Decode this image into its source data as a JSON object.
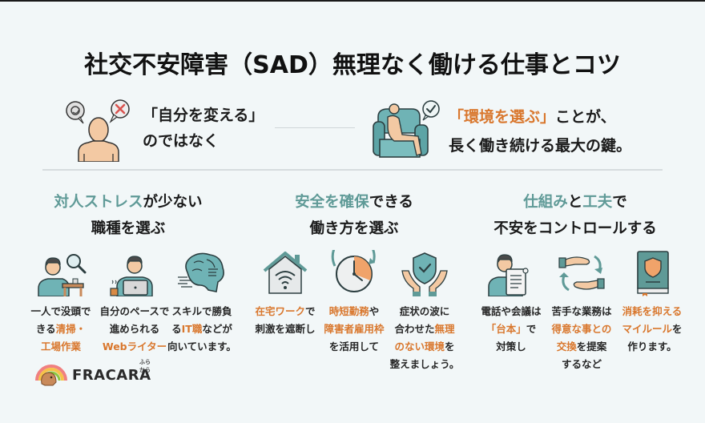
{
  "title": "社交不安障害（SAD）無理なく働ける仕事とコツ",
  "hero": {
    "left": {
      "line1": "「自分を変える」",
      "line2": "のではなく",
      "icon": "person-with-thought-bubbles-icon"
    },
    "right": {
      "line1_highlight": "「環境を選ぶ」",
      "line1_rest": "ことが、",
      "line2": "長く働き続ける最大の鍵。",
      "icon": "person-in-armchair-check-icon"
    }
  },
  "columns": [
    {
      "heading": {
        "line1_highlight": "対人ストレス",
        "line1_rest": "が少ない",
        "line2": "職種を選ぶ"
      },
      "items": [
        {
          "icon": "person-search-desk-icon",
          "lines": [
            {
              "pre": "一人で没頭で",
              "hl": "",
              "post": ""
            },
            {
              "pre": "きる",
              "hl": "清掃・",
              "post": ""
            },
            {
              "pre": "",
              "hl": "工場作業",
              "post": ""
            }
          ]
        },
        {
          "icon": "person-laptop-icon",
          "lines": [
            {
              "pre": "自分のペースで",
              "hl": "",
              "post": ""
            },
            {
              "pre": "進められる",
              "hl": "",
              "post": ""
            },
            {
              "pre": "",
              "hl": "Webライター",
              "post": ""
            }
          ]
        },
        {
          "icon": "brain-icon",
          "lines": [
            {
              "pre": "スキルで勝負",
              "hl": "",
              "post": ""
            },
            {
              "pre": "る",
              "hl": "IT職",
              "post": "などが"
            },
            {
              "pre": "向いています。",
              "hl": "",
              "post": ""
            }
          ]
        }
      ]
    },
    {
      "heading": {
        "line1_highlight": "安全を確保",
        "line1_rest": "できる",
        "line2": "働き方を選ぶ"
      },
      "items": [
        {
          "icon": "home-wifi-icon",
          "lines": [
            {
              "pre": "",
              "hl": "在宅ワーク",
              "post": "で"
            },
            {
              "pre": "刺激を遮断し",
              "hl": "",
              "post": ""
            }
          ]
        },
        {
          "icon": "clock-short-time-icon",
          "lines": [
            {
              "pre": "",
              "hl": "時短勤務",
              "post": "や"
            },
            {
              "pre": "",
              "hl": "障害者雇用枠",
              "post": ""
            },
            {
              "pre": "を活用して",
              "hl": "",
              "post": ""
            }
          ]
        },
        {
          "icon": "hands-shield-check-icon",
          "lines": [
            {
              "pre": "症状の波に",
              "hl": "",
              "post": ""
            },
            {
              "pre": "合わせた",
              "hl": "無理",
              "post": ""
            },
            {
              "pre": "",
              "hl": "のない環境",
              "post": "を"
            },
            {
              "pre": "整えましょう。",
              "hl": "",
              "post": ""
            }
          ]
        }
      ]
    },
    {
      "heading": {
        "line1_parts": [
          {
            "t": "仕組み",
            "hl": true
          },
          {
            "t": "と",
            "hl": false
          },
          {
            "t": "工夫",
            "hl": true
          },
          {
            "t": "で",
            "hl": false
          }
        ],
        "line2": "不安をコントロールする"
      },
      "items": [
        {
          "icon": "person-script-icon",
          "lines": [
            {
              "pre": "電話や会議は",
              "hl": "",
              "post": ""
            },
            {
              "pre": "",
              "hl": "「台本」",
              "post": "で"
            },
            {
              "pre": "対策し",
              "hl": "",
              "post": ""
            }
          ]
        },
        {
          "icon": "hands-exchange-icon",
          "lines": [
            {
              "pre": "苦手な業務は",
              "hl": "",
              "post": ""
            },
            {
              "pre": "",
              "hl": "得意な事との",
              "post": ""
            },
            {
              "pre": "",
              "hl": "交換",
              "post": "を提案"
            },
            {
              "pre": "するなど",
              "hl": "",
              "post": ""
            }
          ]
        },
        {
          "icon": "rulebook-shield-icon",
          "lines": [
            {
              "pre": "",
              "hl": "消耗を抑える",
              "post": ""
            },
            {
              "pre": "",
              "hl": "マイルール",
              "post": "を"
            },
            {
              "pre": "作ります。",
              "hl": "",
              "post": ""
            }
          ]
        }
      ]
    }
  ],
  "logo": {
    "name": "FRACARA",
    "ruby": "ふらから",
    "icon": "rainbow-logo-icon"
  },
  "colors": {
    "accent_orange": "#d9772d",
    "accent_teal": "#5f9a97",
    "background": "#f2f7f8",
    "icon_teal": "#6fb3b5",
    "skin": "#f3c9a3"
  }
}
